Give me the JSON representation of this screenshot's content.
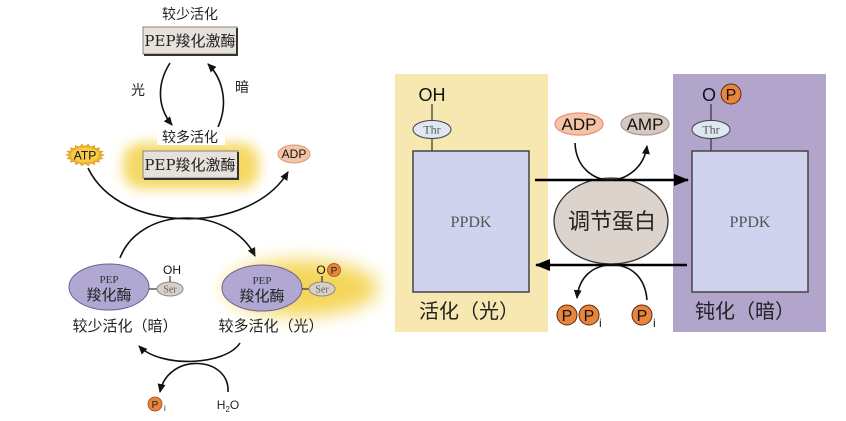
{
  "colors": {
    "glow": "#f3d24a",
    "active_panel_bg": "#f7e8b2",
    "inactive_panel_bg": "#b2a5cc",
    "ppdk_box": "#d0d3ee",
    "pep_enzyme": "#b1a7d3",
    "phosphate": "#e8843c",
    "atp": "#f0b02a",
    "adp": "#f3c4a6",
    "amp": "#d6c8be",
    "regulator": "#ddd3cd",
    "kinase_box": "#e7e1db"
  },
  "left_diagram": {
    "top_state_label": "较少活化",
    "top_enzyme": "PEP羧化激酶",
    "light_label": "光",
    "dark_label": "暗",
    "bottom_state_label": "较多活化",
    "bottom_enzyme": "PEP羧化激酶",
    "atp": "ATP",
    "adp": "ADP",
    "enzyme_inactive": {
      "line1": "PEP",
      "line2": "羧化酶",
      "residue": "Ser",
      "group": "OH",
      "caption": "较少活化（暗）"
    },
    "enzyme_active": {
      "line1": "PEP",
      "line2": "羧化酶",
      "residue": "Ser",
      "group": "O",
      "phosphate": "P",
      "caption": "较多活化（光）"
    },
    "pi": {
      "symbol": "P",
      "subscript": "i"
    },
    "water": {
      "h": "H",
      "sub": "2",
      "o": "O"
    }
  },
  "right_diagram": {
    "active_panel": {
      "group": "OH",
      "residue": "Thr",
      "enzyme": "PPDK",
      "caption": "活化（光）"
    },
    "inactive_panel": {
      "group": "O",
      "phosphate": "P",
      "residue": "Thr",
      "enzyme": "PPDK",
      "caption": "钝化（暗）"
    },
    "regulator": "调节蛋白",
    "adp": "ADP",
    "amp": "AMP",
    "ppi": {
      "symbol1": "P",
      "symbol2": "P",
      "subscript": "i"
    },
    "pi": {
      "symbol": "P",
      "subscript": "i"
    }
  }
}
